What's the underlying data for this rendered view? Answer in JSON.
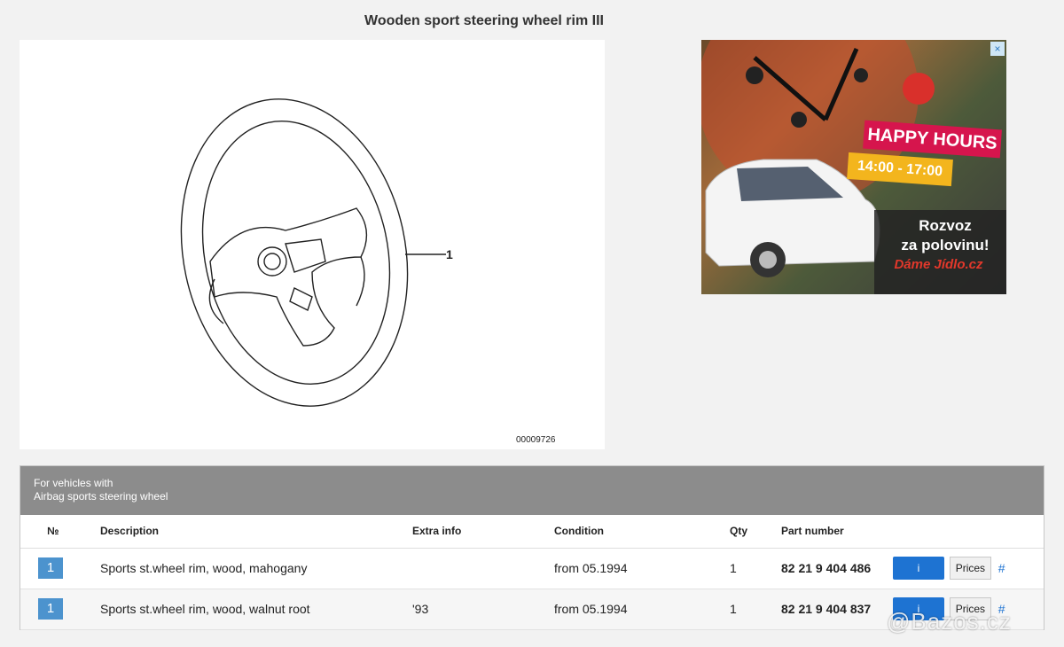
{
  "page": {
    "title": "Wooden sport steering wheel rim III"
  },
  "diagram": {
    "callout": "1",
    "code": "00009726"
  },
  "ad": {
    "badge": "HAPPY HOURS",
    "hours": "14:00 - 17:00",
    "line1": "Rozvoz",
    "line2": "za polovinu!",
    "brand": "Dáme Jídlo.cz",
    "close_icon": "×"
  },
  "parts": {
    "header_line1": "For vehicles with",
    "header_line2": "Airbag sports steering wheel",
    "columns": [
      "№",
      "Description",
      "Extra info",
      "Condition",
      "Qty",
      "Part number"
    ],
    "rows": [
      {
        "no": "1",
        "description": "Sports st.wheel rim, wood, mahogany",
        "extra": "",
        "condition": "from 05.1994",
        "qty": "1",
        "part": "82 21 9 404 486",
        "info": "i",
        "prices": "Prices",
        "hash": "#"
      },
      {
        "no": "1",
        "description": "Sports st.wheel rim, wood, walnut root",
        "extra": "'93",
        "condition": "from 05.1994",
        "qty": "1",
        "part": "82 21 9 404 837",
        "info": "i",
        "prices": "Prices",
        "hash": "#"
      }
    ]
  },
  "watermark": "@Bazos.cz"
}
